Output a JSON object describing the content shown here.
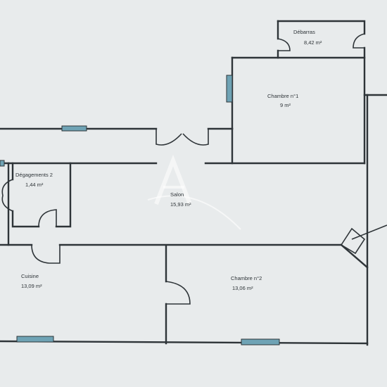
{
  "watermark": "A",
  "rooms": [
    {
      "id": "debarras",
      "name": "Débarras",
      "area": "8,42  m²"
    },
    {
      "id": "chambre1",
      "name": "Chambre n°1",
      "area": "9  m²"
    },
    {
      "id": "degagements",
      "name": "Dégagements 2",
      "area": "1,44  m²"
    },
    {
      "id": "salon",
      "name": "Salon",
      "area": "15,93  m²"
    },
    {
      "id": "cuisine",
      "name": "Cuisine",
      "area": "13,09  m²"
    },
    {
      "id": "chambre2",
      "name": "Chambre n°2",
      "area": "13,06  m²"
    }
  ],
  "colors": {
    "wall": "#2e3438",
    "window": "#6fa3b5",
    "background": "#e8ebec"
  }
}
